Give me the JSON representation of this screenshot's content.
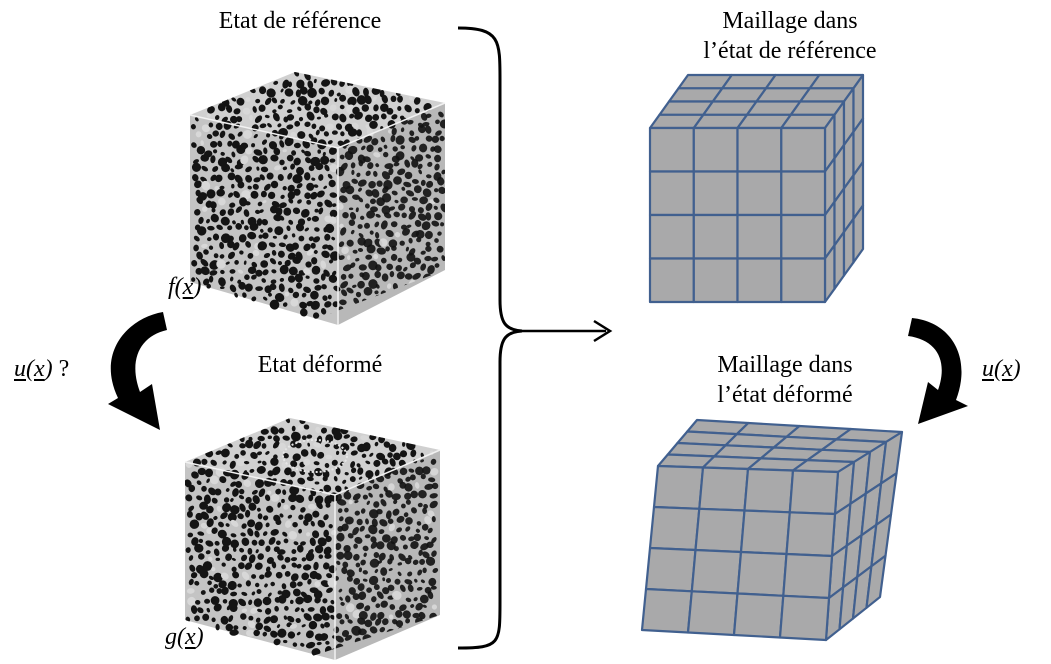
{
  "labels": {
    "ref_state": "Etat de référence",
    "def_state": "Etat déformé",
    "mesh_ref_line1": "Maillage dans",
    "mesh_ref_line2": "l’état de référence",
    "mesh_def_line1": "Maillage dans",
    "mesh_def_line2": "l’état déformé"
  },
  "math": {
    "f": {
      "fn": "f(",
      "var": "x",
      "close": ")"
    },
    "g": {
      "fn": "g(",
      "var": "x",
      "close": ")"
    },
    "u_left": {
      "fn": "u",
      "open": "(",
      "var": "x",
      "close": ")",
      "suffix": " ?"
    },
    "u_right": {
      "fn": "u",
      "open": "(",
      "var": "x",
      "close": ")"
    }
  },
  "colors": {
    "mesh_face": "#a9a9aa",
    "mesh_edge": "#41608f",
    "foam_dark": "#141414",
    "foam_light": "#d8d8d8"
  },
  "mesh": {
    "grid_front": 4,
    "grid_depth": 4
  }
}
